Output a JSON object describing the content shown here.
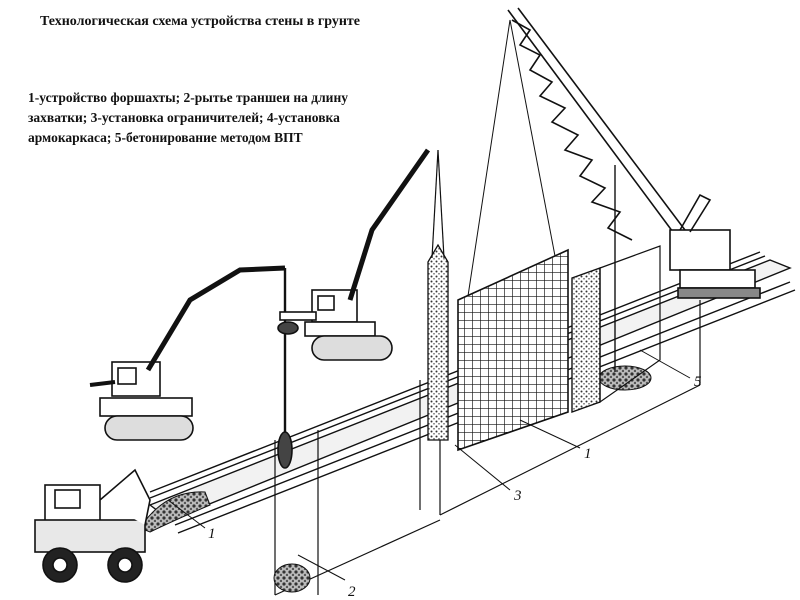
{
  "title": "Технологическая схема устройства стены в грунте",
  "legend_lines": [
    "1-устройство форшахты; 2-рытье траншеи на длину",
    "захватки; 3-установка ограничителей; 4-установка",
    "армокаркаса; 5-бетонирование методом ВПТ"
  ],
  "callouts": {
    "c1a": "1",
    "c1b": "1",
    "c2": "2",
    "c3": "3",
    "c5": "5"
  },
  "colors": {
    "ink": "#111111",
    "ground": "#e6e6e6",
    "gravel": "#777777"
  },
  "icons": [
    "dump-truck-icon",
    "excavator-icon",
    "excavator-icon",
    "crane-icon"
  ]
}
